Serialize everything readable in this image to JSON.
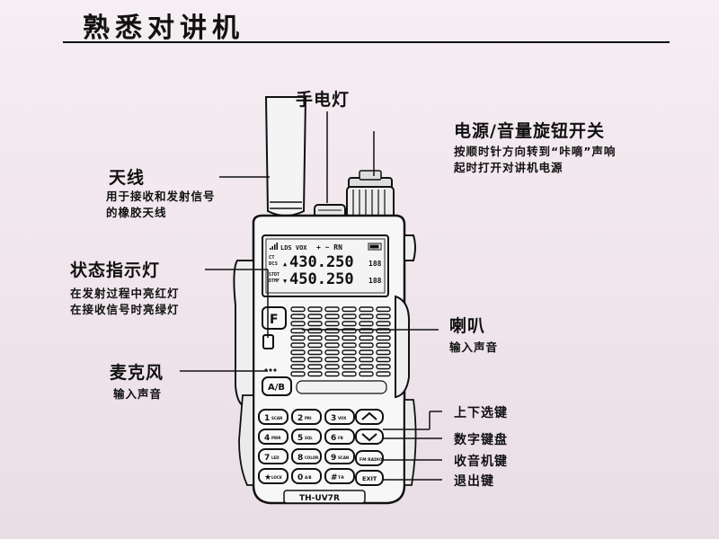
{
  "title": "熟悉对讲机",
  "labels": {
    "flashlight": "手电灯",
    "power_knob": "电源/音量旋钮开关",
    "power_knob_desc": [
      "按顺时针方向转到“咔嘀”声响",
      "起时打开对讲机电源"
    ],
    "antenna": "天线",
    "antenna_desc": [
      "用于接收和发射信号",
      "的橡胶天线"
    ],
    "status_led": "状态指示灯",
    "status_led_desc": [
      "在发射过程中亮红灯",
      "在接收信号时亮绿灯"
    ],
    "speaker": "喇叭",
    "speaker_desc": "输入声音",
    "microphone": "麦克风",
    "microphone_desc": "输入声音",
    "updown_keys": "上下选键",
    "keypad": "数字键盘",
    "fm_key": "收音机键",
    "exit_key": "退出键"
  },
  "radio": {
    "model": "TH-UV7R",
    "lcd": {
      "status_row": "LDS VOX",
      "line1_tags": [
        "CT",
        "DCS"
      ],
      "line1_freq": "430.250",
      "line1_ch": "188",
      "line2_tags": [
        "STDT",
        "DTMF"
      ],
      "line2_freq": "450.250",
      "line2_ch": "188"
    },
    "f_key": "F",
    "ab_key": "A/B",
    "keys": [
      {
        "num": "1",
        "sub": "SCAN"
      },
      {
        "num": "2",
        "sub": "PRI"
      },
      {
        "num": "3",
        "sub": "VOX"
      },
      {
        "num": "4",
        "sub": "PWR"
      },
      {
        "num": "5",
        "sub": "SQL"
      },
      {
        "num": "6",
        "sub": "FB"
      },
      {
        "num": "7",
        "sub": "LED"
      },
      {
        "num": "8",
        "sub": "COLOR"
      },
      {
        "num": "9",
        "sub": "SCAN"
      },
      {
        "num": "★",
        "sub": "LOCK"
      },
      {
        "num": "0",
        "sub": "A/B"
      },
      {
        "num": "#",
        "sub": "T-R"
      }
    ],
    "fm_key": "FM RADIO",
    "exit_key": "EXIT"
  }
}
